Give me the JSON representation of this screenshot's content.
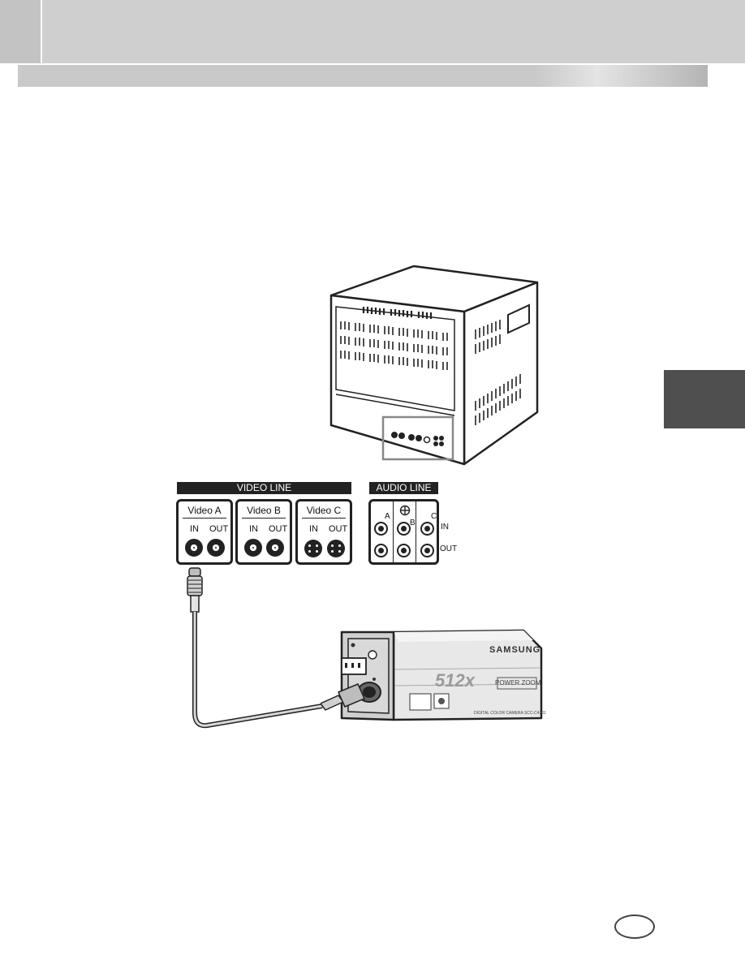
{
  "video_line": {
    "label": "VIDEO LINE",
    "inputs": [
      {
        "title": "Video A",
        "in": "IN",
        "out": "OUT"
      },
      {
        "title": "Video B",
        "in": "IN",
        "out": "OUT"
      },
      {
        "title": "Video C",
        "in": "IN",
        "out": "OUT"
      }
    ]
  },
  "audio_line": {
    "label": "AUDIO LINE",
    "channels": [
      "A",
      "B",
      "C"
    ],
    "in": "IN",
    "out": "OUT"
  },
  "camera": {
    "brand": "SAMSUNG",
    "zoom": "512x",
    "zoom_label": "POWER ZOOM",
    "model": "DIGITAL COLOR CAMERA SCC-C4201"
  }
}
